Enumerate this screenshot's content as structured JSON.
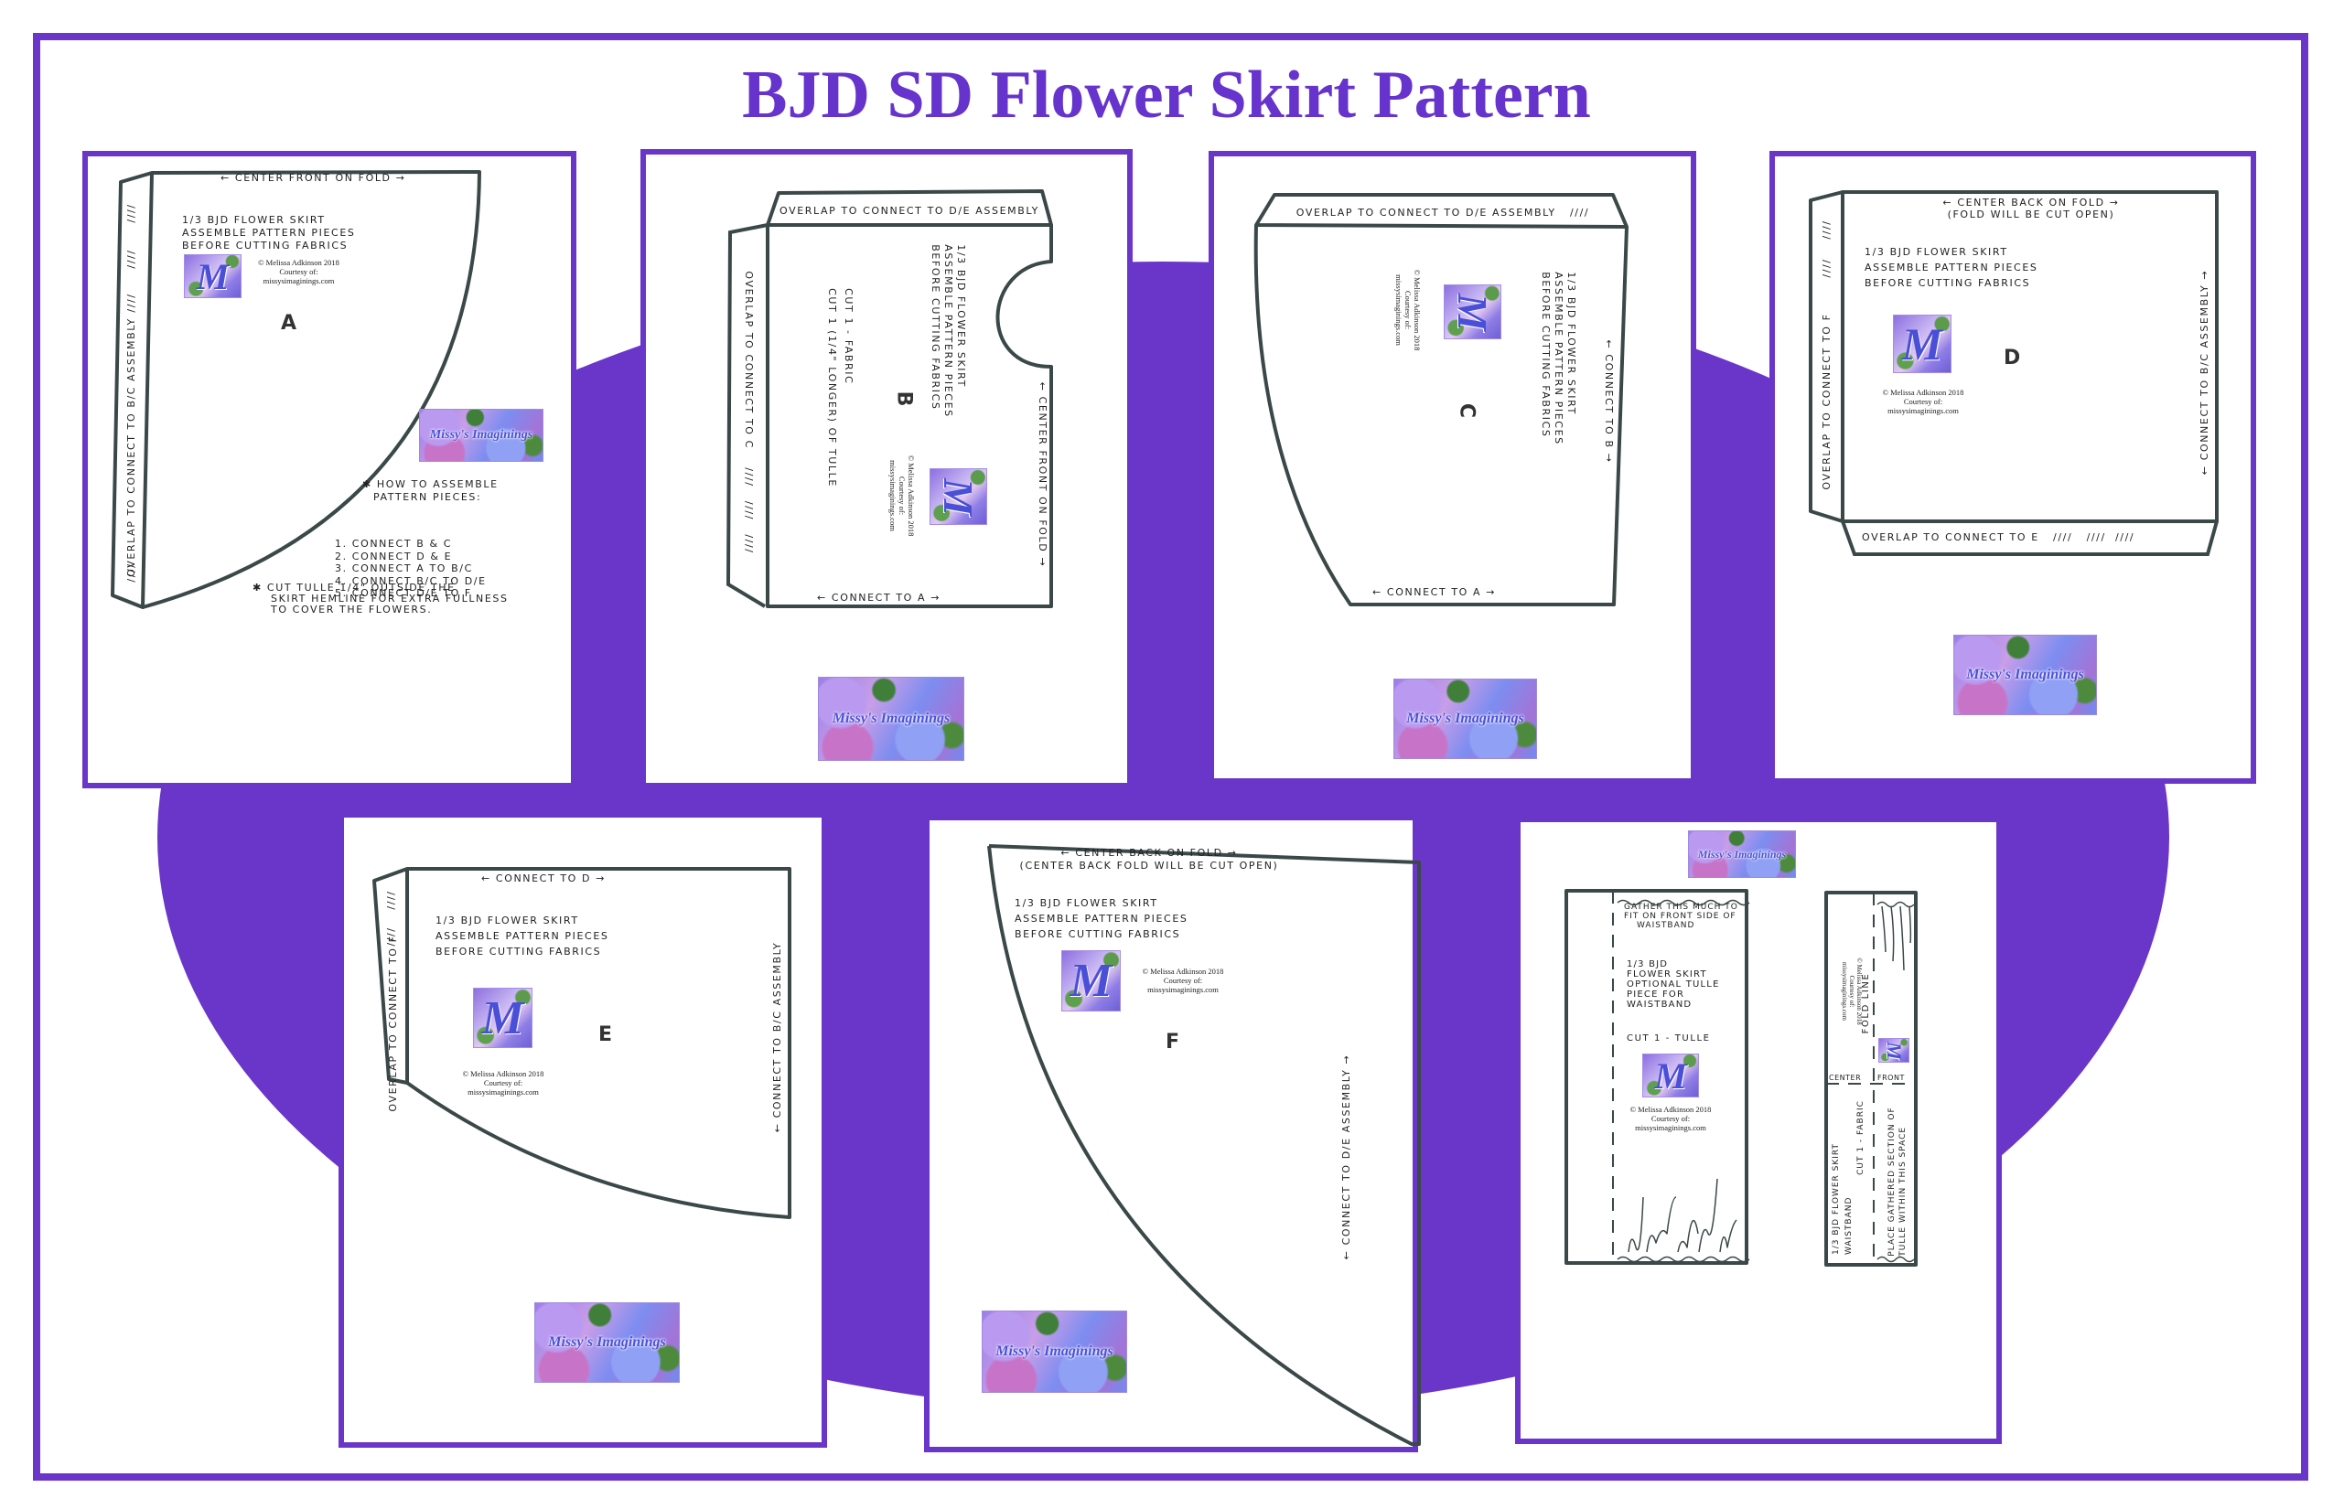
{
  "title": "BJD SD Flower Skirt Pattern",
  "colors": {
    "accent": "#6a35c9",
    "title": "#6633cc",
    "outline": "#3b4848"
  },
  "common": {
    "title_lines": [
      "1/3 BJD FLOWER SKIRT",
      "ASSEMBLE PATTERN PIECES",
      "BEFORE CUTTING FABRICS"
    ],
    "copyright": [
      "© Melissa Adkinson 2018",
      "Courtesy of:",
      "missysimaginings.com"
    ],
    "logo_text": "Missy's Imaginings",
    "monogram": "M",
    "hash": "////"
  },
  "panel_a": {
    "letter": "A",
    "header": "← CENTER FRONT ON FOLD →",
    "side": "OVERLAP TO CONNECT TO B/C ASSEMBLY",
    "assemble_heading": [
      "✱ HOW TO ASSEMBLE",
      "PATTERN PIECES:"
    ],
    "steps": [
      "1. CONNECT   B & C",
      "2. CONNECT   D & E",
      "3. CONNECT   A TO B/C",
      "4. CONNECT   B/C TO D/E",
      "5. CONNECT   D/E TO F"
    ],
    "tulle_note": [
      "✱ CUT TULLE 1/4\" OUTSIDE THE",
      "SKIRT HEMLINE FOR EXTRA FULLNESS",
      "TO COVER THE FLOWERS."
    ]
  },
  "panel_b": {
    "letter": "B",
    "flap": "OVERLAP TO CONNECT TO D/E ASSEMBLY",
    "side": "OVERLAP TO CONNECT TO C    ////   ////   ////",
    "cut": [
      "CUT 1 - FABRIC",
      "CUT 1 (1/4\" LONGER) OF TULLE"
    ],
    "fold": "← CENTER FRONT ON FOLD →",
    "bottom": "← CONNECT TO A →"
  },
  "panel_c": {
    "letter": "C",
    "flap": "OVERLAP TO CONNECT TO D/E ASSEMBLY   ////",
    "right": "← CONNECT TO B →",
    "bottom": "← CONNECT TO A →"
  },
  "panel_d": {
    "letter": "D",
    "header": [
      "← CENTER BACK ON FOLD →",
      "(FOLD WILL BE CUT OPEN)"
    ],
    "left": "OVERLAP TO CONNECT TO F",
    "right": "← CONNECT TO B/C ASSEMBLY →",
    "bottom_flap": "OVERLAP TO CONNECT TO E   ////   ////  ////"
  },
  "panel_e": {
    "letter": "E",
    "header": "← CONNECT TO D →",
    "left": "OVERLAP TO CONNECT TO F",
    "right": "← CONNECT TO B/C ASSEMBLY"
  },
  "panel_f": {
    "letter": "F",
    "header": [
      "← CENTER BACK ON FOLD →",
      "(CENTER BACK FOLD WILL BE CUT OPEN)"
    ],
    "right": "← CONNECT TO D/E ASSEMBLY →"
  },
  "panel_g": {
    "gather": [
      "GATHER THIS MUCH TO",
      "FIT ON FRONT SIDE OF",
      "WAISTBAND"
    ],
    "tulle_title": [
      "1/3 BJD",
      "FLOWER SKIRT",
      "OPTIONAL TULLE",
      "PIECE FOR",
      "WAISTBAND"
    ],
    "tulle_cut": "CUT 1 - TULLE",
    "fold_line": "FOLD LINE",
    "center": "CENTER",
    "front": "FRONT",
    "waistband": [
      "1/3 BJD FLOWER SKIRT",
      "WAISTBAND"
    ],
    "waistband_cut": "CUT 1 - FABRIC",
    "place": [
      "PLACE GATHERED SECTION OF",
      "TULLE WITHIN THIS SPACE"
    ]
  }
}
